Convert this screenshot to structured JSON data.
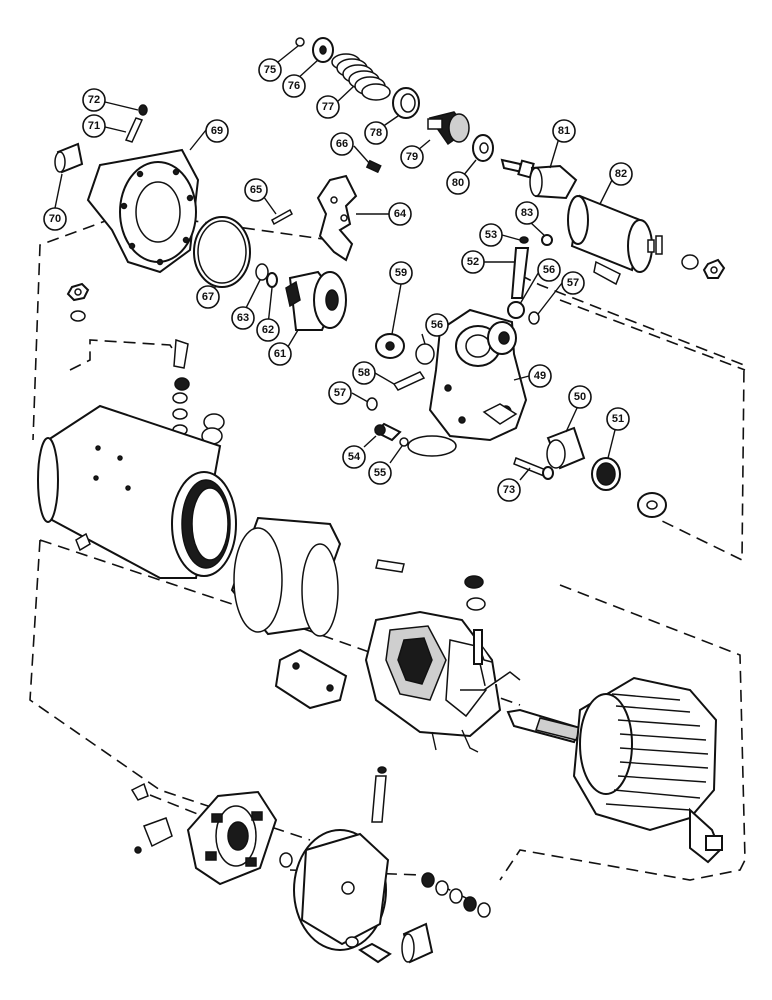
{
  "callouts": [
    {
      "id": "75",
      "label": "75"
    },
    {
      "id": "76",
      "label": "76"
    },
    {
      "id": "77",
      "label": "77"
    },
    {
      "id": "78",
      "label": "78"
    },
    {
      "id": "79",
      "label": "79"
    },
    {
      "id": "80",
      "label": "80"
    },
    {
      "id": "81",
      "label": "81"
    },
    {
      "id": "82",
      "label": "82"
    },
    {
      "id": "83",
      "label": "83"
    },
    {
      "id": "72",
      "label": "72"
    },
    {
      "id": "71",
      "label": "71"
    },
    {
      "id": "69",
      "label": "69"
    },
    {
      "id": "70",
      "label": "70"
    },
    {
      "id": "66",
      "label": "66"
    },
    {
      "id": "65",
      "label": "65"
    },
    {
      "id": "64",
      "label": "64"
    },
    {
      "id": "67",
      "label": "67"
    },
    {
      "id": "63",
      "label": "63"
    },
    {
      "id": "62",
      "label": "62"
    },
    {
      "id": "61",
      "label": "61"
    },
    {
      "id": "53",
      "label": "53"
    },
    {
      "id": "52",
      "label": "52"
    },
    {
      "id": "56a",
      "label": "56"
    },
    {
      "id": "57a",
      "label": "57"
    },
    {
      "id": "59",
      "label": "59"
    },
    {
      "id": "56b",
      "label": "56"
    },
    {
      "id": "58",
      "label": "58"
    },
    {
      "id": "49",
      "label": "49"
    },
    {
      "id": "57b",
      "label": "57"
    },
    {
      "id": "50",
      "label": "50"
    },
    {
      "id": "51",
      "label": "51"
    },
    {
      "id": "54",
      "label": "54"
    },
    {
      "id": "55",
      "label": "55"
    },
    {
      "id": "73",
      "label": "73"
    }
  ]
}
